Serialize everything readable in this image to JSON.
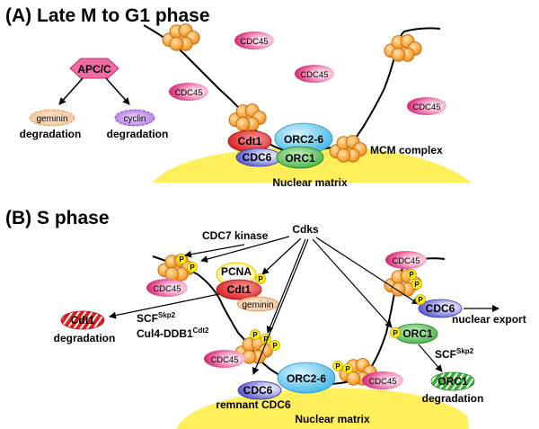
{
  "panel_a": {
    "title": "(A) Late M to G1 phase",
    "apc": "APC/C",
    "geminin": "geminin",
    "cyclin": "cyclin",
    "degradation_left": "degradation",
    "degradation_right": "degradation",
    "cdc45": "CDC45",
    "cdt1": "Cdt1",
    "orc26": "ORC2-6",
    "cdc6": "CDC6",
    "orc1": "ORC1",
    "mcm": "MCM complex",
    "nuclear_matrix": "Nuclear matrix"
  },
  "panel_b": {
    "title": "(B) S phase",
    "cdks": "Cdks",
    "cdc7": "CDC7 kinase",
    "pcna": "PCNA",
    "cdt1": "Cdt1",
    "geminin": "geminin",
    "cdc45": "CDC45",
    "scf1_main": "SCF",
    "scf1_sup": "Skp2",
    "cul4_main": "Cul4-DDB1",
    "cul4_sup": "Cdt2",
    "cdt1_deg": "Cdt1",
    "degradation_left": "degradation",
    "cdc6": "CDC6",
    "nuclear_export": "nuclear export",
    "orc1": "ORC1",
    "scf2_main": "SCF",
    "scf2_sup": "Skp2",
    "orc1_deg": "ORC1",
    "degradation_right": "degradation",
    "orc26": "ORC2-6",
    "remnant_cdc6": "remnant CDC6",
    "nuclear_matrix": "Nuclear matrix",
    "p": "P"
  },
  "colors": {
    "apc": "#f06aa5",
    "geminin": "#f6c89a",
    "cyclin": "#b57ce0",
    "cdc45": "#e23b86",
    "cdt1": "#e02626",
    "orc26": "#5ac8f0",
    "cdc6": "#6a6ad8",
    "orc1": "#3cb83c",
    "mcm": "#f7a030",
    "matrix": "#ffef5a",
    "phospho": "#ffee00",
    "pcna": "#ffee00"
  }
}
